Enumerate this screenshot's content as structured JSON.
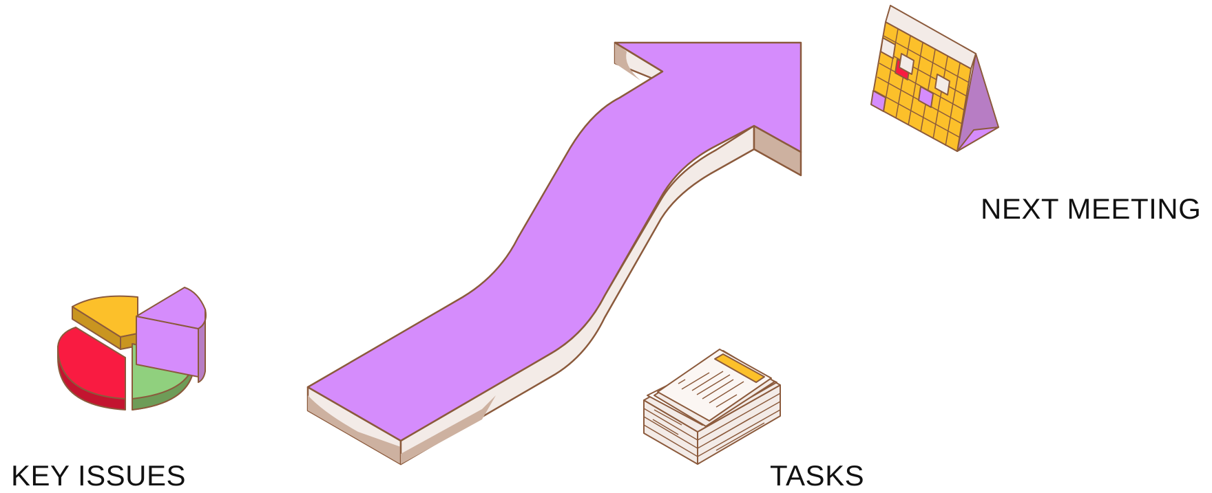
{
  "labels": {
    "key_issues": "KEY ISSUES",
    "tasks": "TASKS",
    "next_meeting": "NEXT MEETING"
  },
  "icons": {
    "pie": "pie-chart-icon",
    "arrow": "growth-arrow-icon",
    "documents": "document-stack-icon",
    "calendar": "calendar-icon"
  },
  "colors": {
    "purple": "#D58CFC",
    "purple_dark": "#B77DC4",
    "yellow": "#FCC02A",
    "red": "#F91B41",
    "green": "#90D07E",
    "outline": "#8B5A3C",
    "side_light": "#F3EBE7",
    "side_dark": "#CDB1A0"
  }
}
